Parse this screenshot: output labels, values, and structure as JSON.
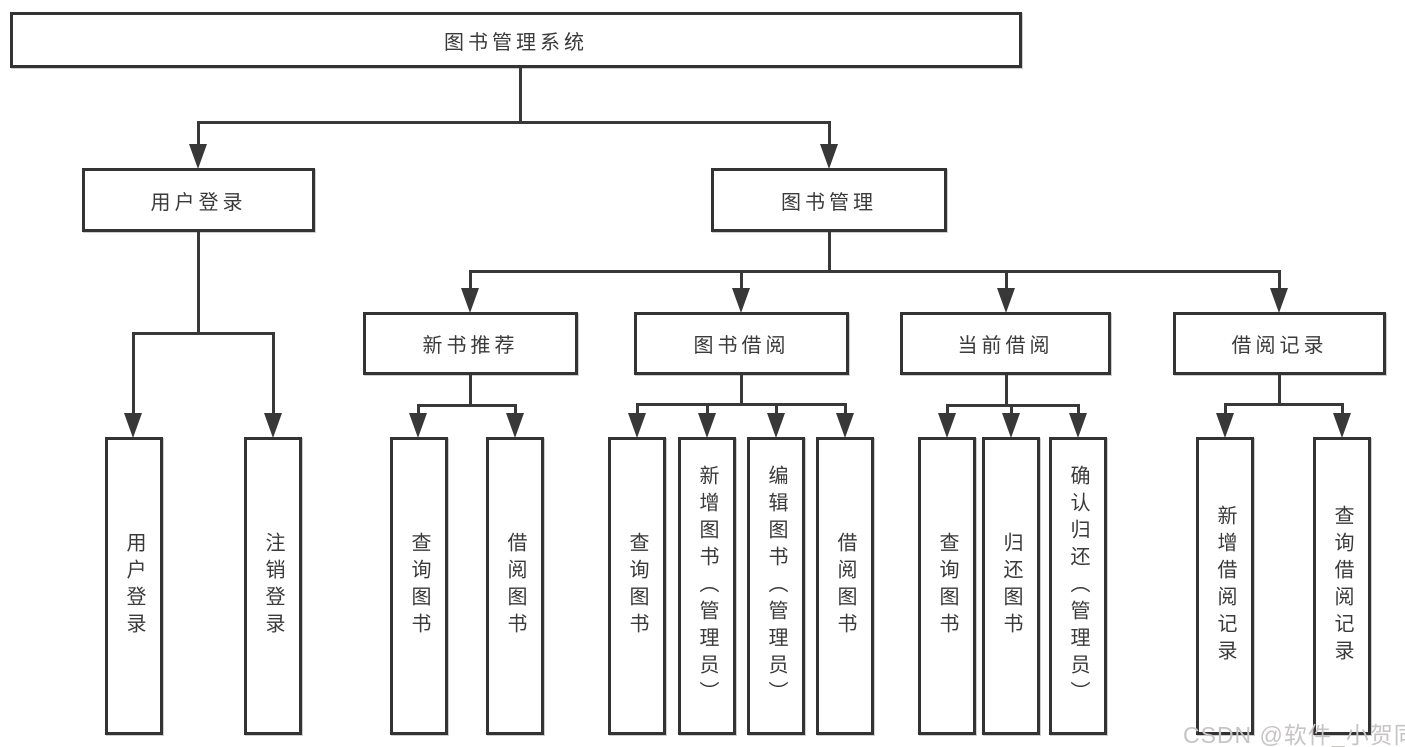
{
  "diagram": {
    "title": "图书管理系统",
    "nodes": {
      "root": {
        "label": "图书管理系统"
      },
      "user_login": {
        "label": "用户登录"
      },
      "book_mgmt": {
        "label": "图书管理"
      },
      "new_book_rec": {
        "label": "新书推荐"
      },
      "book_borrow": {
        "label": "图书借阅"
      },
      "current_borrow": {
        "label": "当前借阅"
      },
      "borrow_records": {
        "label": "借阅记录"
      },
      "leaf_user_login": {
        "label": "用户登录"
      },
      "leaf_logout": {
        "label": "注销登录"
      },
      "leaf_nbr_query": {
        "label": "查询图书"
      },
      "leaf_nbr_borrow": {
        "label": "借阅图书"
      },
      "leaf_bb_query": {
        "label": "查询图书"
      },
      "leaf_bb_add": {
        "label": "新增图书（管理员）"
      },
      "leaf_bb_edit": {
        "label": "编辑图书（管理员）"
      },
      "leaf_bb_borrow": {
        "label": "借阅图书"
      },
      "leaf_cb_query": {
        "label": "查询图书"
      },
      "leaf_cb_return": {
        "label": "归还图书"
      },
      "leaf_cb_confirm": {
        "label": "确认归还（管理员）"
      },
      "leaf_br_add": {
        "label": "新增借阅记录"
      },
      "leaf_br_query": {
        "label": "查询借阅记录"
      }
    },
    "line_color": "#383838",
    "border_color": "#333333"
  },
  "watermark": {
    "text": "CSDN @软件_小贺同学"
  }
}
